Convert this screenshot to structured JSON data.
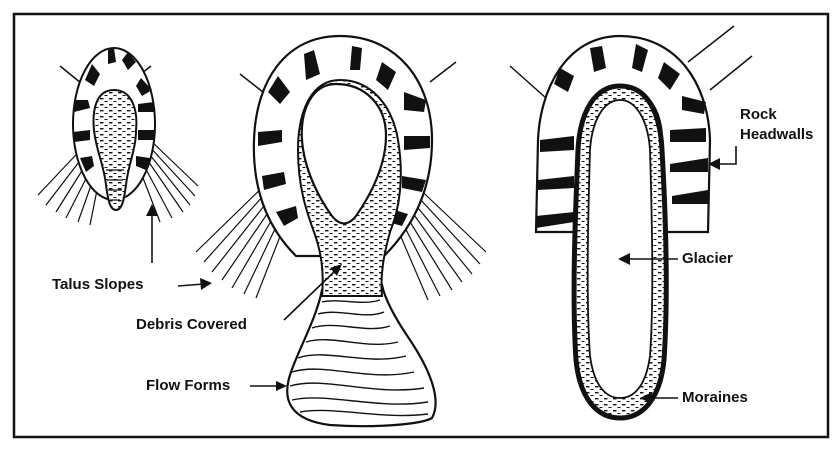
{
  "labels": {
    "talus_slopes": "Talus Slopes",
    "debris_covered": "Debris Covered",
    "flow_forms": "Flow Forms",
    "rock_headwalls_line1": "Rock",
    "rock_headwalls_line2": "Headwalls",
    "glacier": "Glacier",
    "moraines": "Moraines"
  },
  "colors": {
    "ink": "#111111",
    "paper": "#ffffff"
  }
}
